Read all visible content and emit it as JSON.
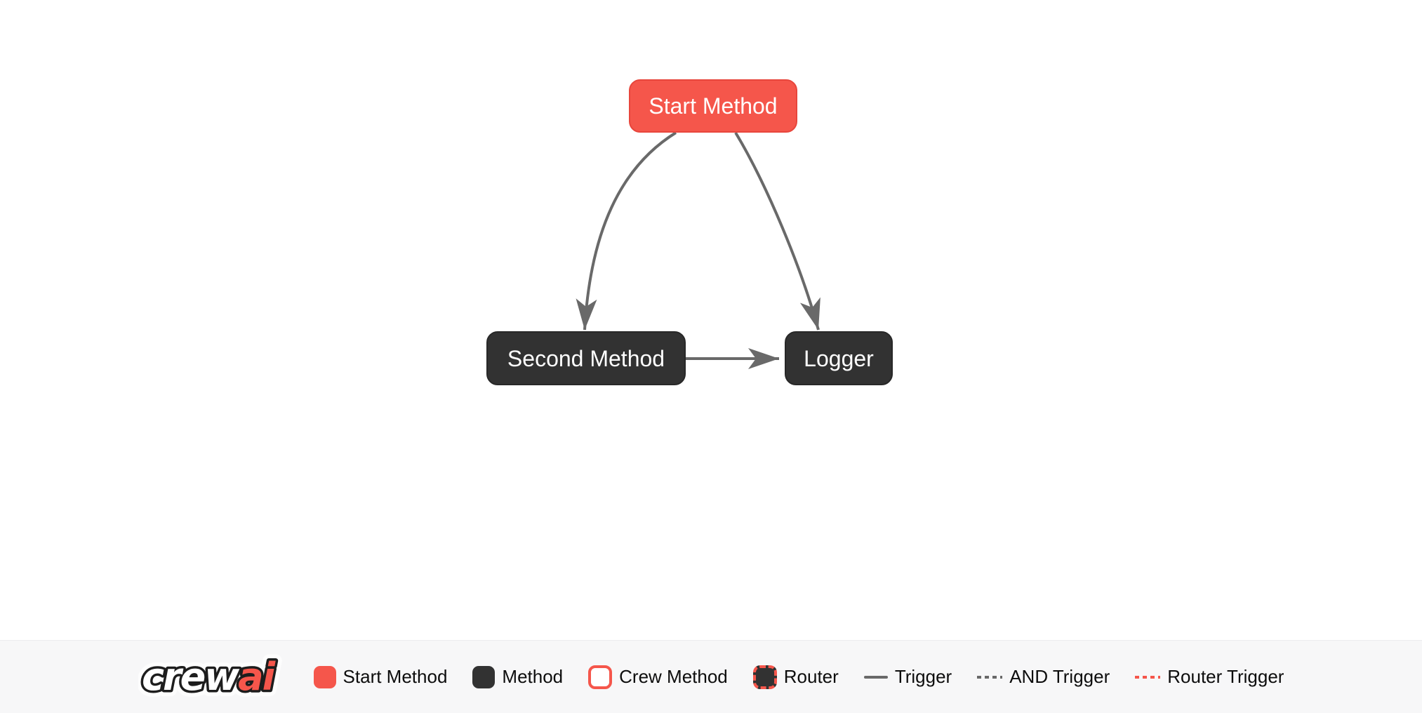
{
  "diagram": {
    "nodes": [
      {
        "id": "start_method",
        "label": "Start Method",
        "type": "start-method",
        "fill": "#F5564B"
      },
      {
        "id": "second_method",
        "label": "Second Method",
        "type": "method",
        "fill": "#323232"
      },
      {
        "id": "logger",
        "label": "Logger",
        "type": "method",
        "fill": "#323232"
      }
    ],
    "edges": [
      {
        "from": "start_method",
        "to": "second_method",
        "type": "trigger"
      },
      {
        "from": "start_method",
        "to": "logger",
        "type": "trigger"
      },
      {
        "from": "second_method",
        "to": "logger",
        "type": "trigger"
      }
    ]
  },
  "legend": {
    "logo": {
      "part1": "crew",
      "part2": "ai"
    },
    "items": [
      {
        "label": "Start Method",
        "swatch": "start-method-box"
      },
      {
        "label": "Method",
        "swatch": "method-box"
      },
      {
        "label": "Crew Method",
        "swatch": "crew-method-box"
      },
      {
        "label": "Router",
        "swatch": "router-box"
      },
      {
        "label": "Trigger",
        "swatch": "solid-line"
      },
      {
        "label": "AND Trigger",
        "swatch": "dashed-line"
      },
      {
        "label": "Router Trigger",
        "swatch": "red-dashed-line"
      }
    ]
  },
  "colors": {
    "start_method": "#F5564B",
    "method": "#323232",
    "edge": "#696969",
    "canvas_bg": "#FFFFFF",
    "legend_bg": "#F7F7F8",
    "logo_accent": "#F5564B"
  }
}
